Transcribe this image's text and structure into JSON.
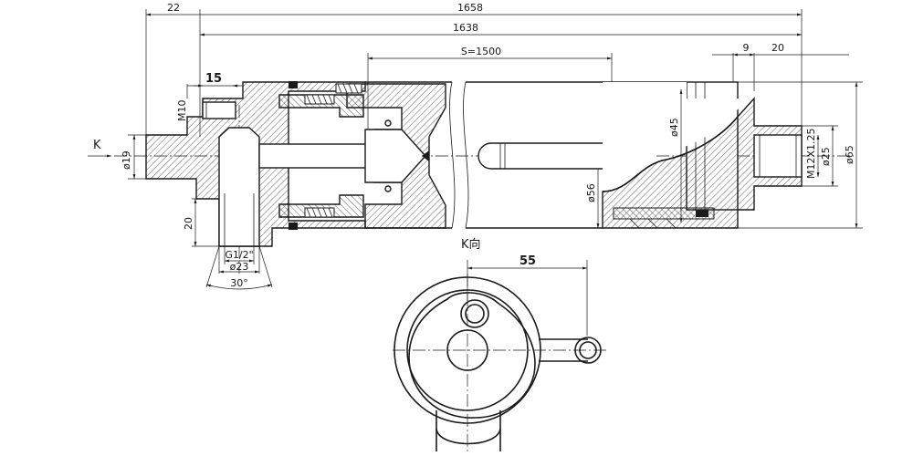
{
  "dimensions": {
    "overall_length": "1658",
    "length_1638": "1638",
    "left_offset": "22",
    "stroke": "S=1500",
    "dim_9": "9",
    "dim_20_top": "20",
    "dim_15": "15",
    "m10": "M10",
    "d19": "ø19",
    "d45": "ø45",
    "d56": "ø56",
    "d65": "ø65",
    "d25": "ø25",
    "m12": "M12X1.25",
    "dim_20_left": "20",
    "g_thread": "G1/2\"",
    "d23": "ø23",
    "angle_30": "30°",
    "dim_55": "55"
  },
  "labels": {
    "k_arrow": "K",
    "k_view": "K向"
  }
}
